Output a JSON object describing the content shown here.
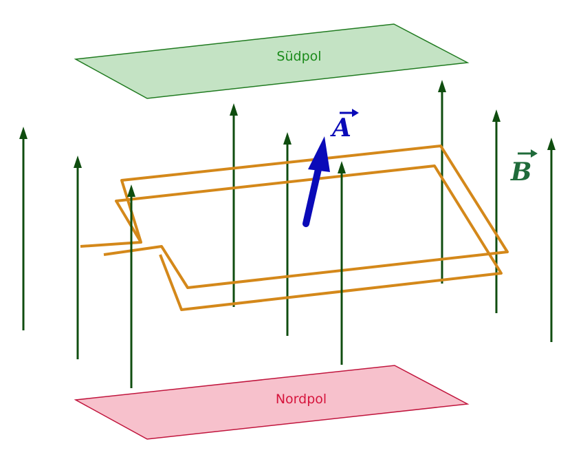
{
  "diagram": {
    "south_pole_label": "Südpol",
    "north_pole_label": "Nordpol",
    "area_vector_label": "A",
    "field_vector_label": "B"
  },
  "colors": {
    "south_fill": "#c4e3c4",
    "south_stroke": "#1f7a1f",
    "south_text": "#1a8a1a",
    "north_fill": "#f7c1cc",
    "north_stroke": "#c0143c",
    "north_text": "#d6143c",
    "field_lines": "#0f4d0f",
    "field_label": "#1f6b3a",
    "coil": "#d4881a",
    "area_vector": "#0a0ab8"
  },
  "icons": {
    "field_arrows": "arrow-up-icon",
    "area_vector": "arrow-icon"
  }
}
